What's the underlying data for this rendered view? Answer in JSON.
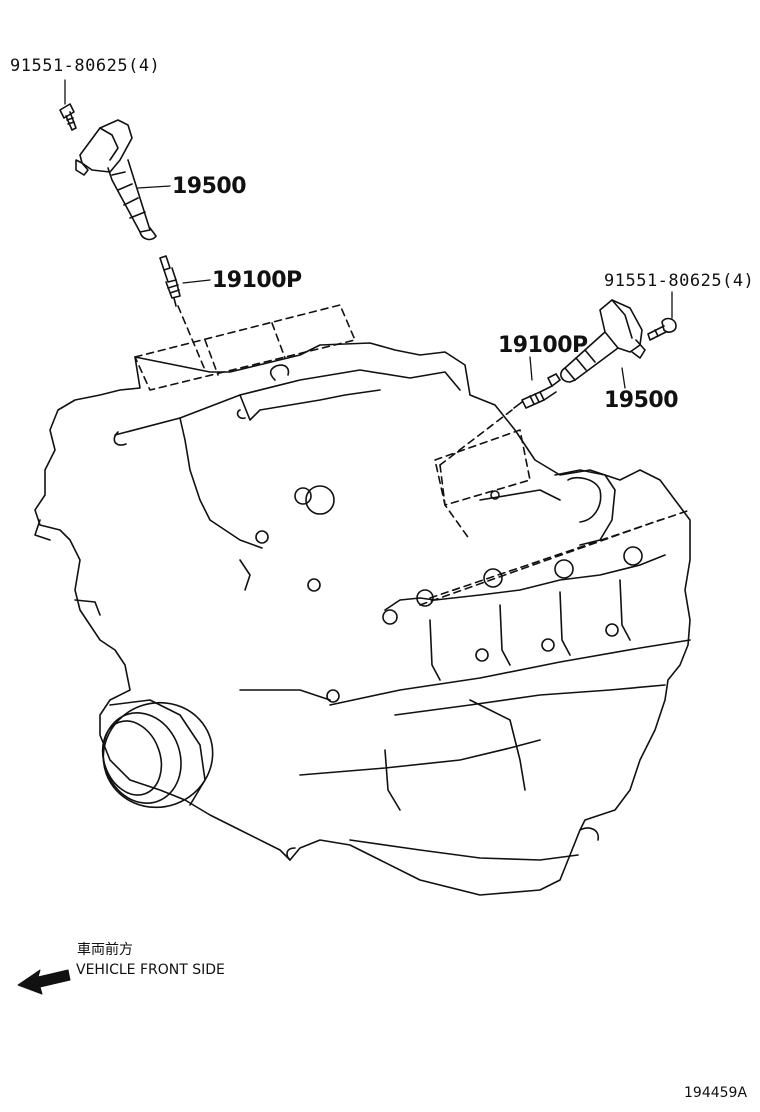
{
  "callouts": {
    "bolt_left": "91551-80625(4)",
    "coil_left": "19500",
    "plug_left": "19100P",
    "bolt_right": "91551-80625(4)",
    "plug_right": "19100P",
    "coil_right": "19500"
  },
  "legend": {
    "japanese": "車両前方",
    "english": "VEHICLE FRONT SIDE",
    "arrow_icon": "front-arrow-icon"
  },
  "figure_id": "194459A",
  "colors": {
    "line": "#111111",
    "background": "#ffffff"
  }
}
